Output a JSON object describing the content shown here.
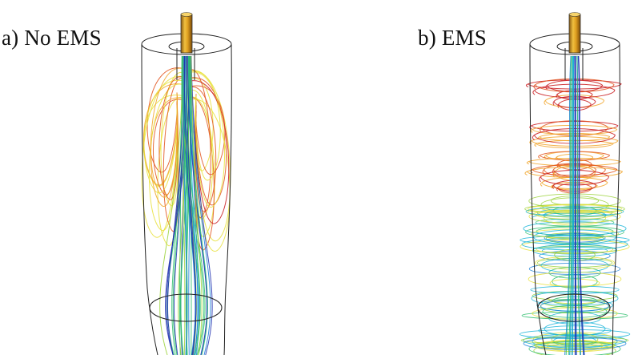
{
  "panels": [
    {
      "id": "a",
      "label": "a) No EMS"
    },
    {
      "id": "b",
      "label": "b) EMS"
    }
  ],
  "colors": {
    "vessel_outline": "#222222",
    "nozzle": "#e0a020",
    "streamline_palette": [
      "#1e2fb0",
      "#1a7fd6",
      "#18b4d8",
      "#2fbf6e",
      "#9bd23a",
      "#e7e13a",
      "#f1a52a",
      "#e2551f",
      "#c9191c"
    ]
  }
}
